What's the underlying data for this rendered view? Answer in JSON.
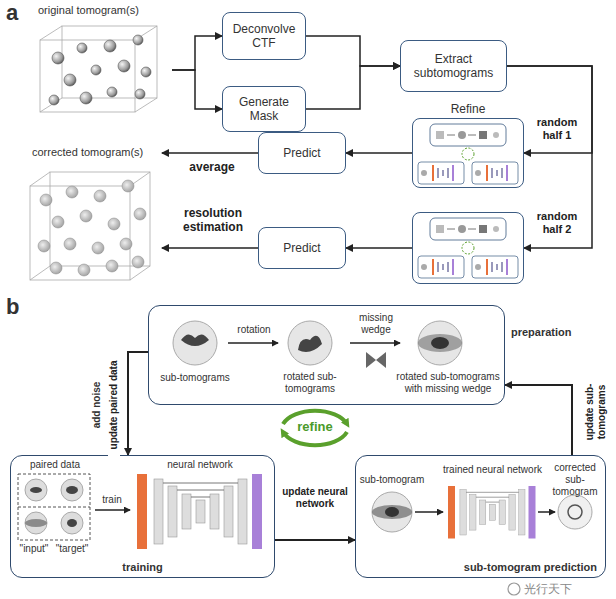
{
  "diagram": {
    "nodes": [
      {
        "text": [
          "original tomogram(s)"
        ]
      },
      {
        "text": [
          "Deconvolve CTF"
        ]
      },
      {
        "text": [
          "Generate Mask"
        ]
      },
      {
        "text": [
          "Extract subtomograms"
        ]
      },
      {
        "text": [
          "Refine"
        ]
      },
      {
        "text": []
      },
      {
        "text": [
          "Predict"
        ]
      },
      {
        "text": [
          "Predict"
        ]
      },
      {
        "text": [
          "corrected tomogram(s)"
        ]
      },
      {
        "text": [
          "preparation"
        ]
      },
      {
        "text": [
          "training"
        ]
      },
      {
        "text": [
          "sub-tomogram prediction"
        ]
      }
    ],
    "edges": [
      {
        "from": 0,
        "to": 1,
        "arrow": "to"
      },
      {
        "from": 0,
        "to": 2,
        "arrow": "to"
      },
      {
        "from": 1,
        "to": 3,
        "arrow": "to"
      },
      {
        "from": 2,
        "to": 3,
        "arrow": "to"
      },
      {
        "from": 3,
        "to": 4,
        "arrow": "to",
        "label": "random half 1"
      },
      {
        "from": 3,
        "to": 5,
        "arrow": "to",
        "label": "random half 2"
      },
      {
        "from": 4,
        "to": 6,
        "arrow": "to"
      },
      {
        "from": 5,
        "to": 7,
        "arrow": "to"
      },
      {
        "from": 6,
        "to": 8,
        "arrow": "to",
        "label": "average"
      },
      {
        "from": 7,
        "to": 8,
        "arrow": "to",
        "label": "resolution estimation"
      },
      {
        "from": 9,
        "to": 10,
        "arrow": "to",
        "label": "update paired data"
      },
      {
        "from": 10,
        "to": 11,
        "arrow": "to",
        "label": "update neural network"
      },
      {
        "from": 11,
        "to": 9,
        "arrow": "to",
        "label": "update sub-tomograms"
      }
    ],
    "labels": [
      "a",
      "b",
      "add noise",
      "sub-tomograms",
      "rotation",
      "rotated sub-tomograms",
      "missing wedge",
      "rotated sub-tomograms with missing wedge",
      "paired data",
      "neural network",
      "train",
      "\"input\"",
      "\"target\"",
      "sub-tomogram",
      "trained neural network",
      "corrected sub-tomogram",
      "refine",
      "光行天下"
    ]
  }
}
